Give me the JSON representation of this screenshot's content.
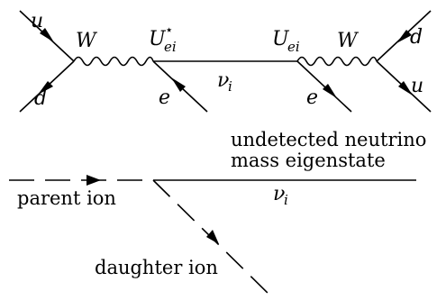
{
  "diagram": {
    "vertex_left": {
      "quark_in": "u",
      "quark_out": "d",
      "boson": "W",
      "coupling_base": "U",
      "coupling_sup": "⋆",
      "coupling_sub": "ei",
      "lepton": "e"
    },
    "propagator": {
      "nu": "ν",
      "sub": "i"
    },
    "vertex_right": {
      "coupling_base": "U",
      "coupling_sub": "ei",
      "boson": "W",
      "lepton": "e",
      "quark_in": "d",
      "quark_out": "u"
    },
    "note_line1": "undetected neutrino",
    "note_line2": "mass eigenstate",
    "bottom": {
      "parent": "parent ion",
      "daughter": "daughter ion",
      "nu": "ν",
      "sub": "i"
    }
  }
}
